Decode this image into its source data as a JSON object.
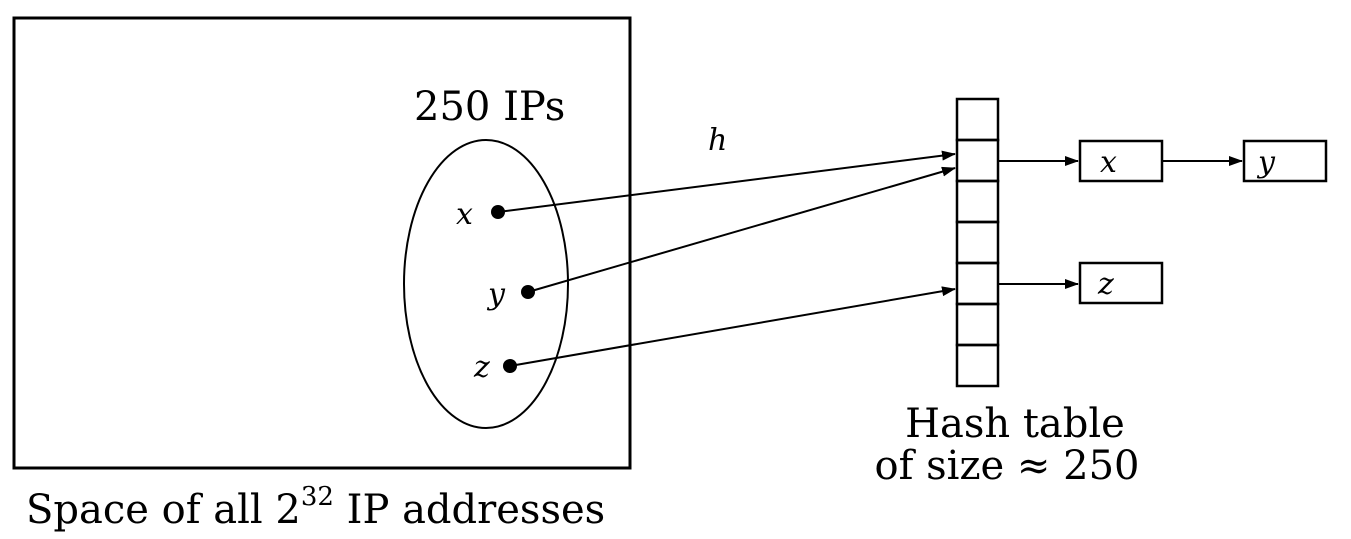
{
  "universe": {
    "caption_prefix": "Space of all 2",
    "caption_exponent": "32",
    "caption_suffix": " IP addresses"
  },
  "subset": {
    "label": "250 IPs",
    "points": [
      {
        "name": "x"
      },
      {
        "name": "y"
      },
      {
        "name": "z"
      }
    ]
  },
  "hash_function": {
    "label": "h"
  },
  "hash_table": {
    "caption_line1": "Hash table",
    "caption_line2": "of size ≈ 250",
    "slot_count": 7
  },
  "chains": [
    {
      "slot": 1,
      "nodes": [
        "x",
        "y"
      ]
    },
    {
      "slot": 4,
      "nodes": [
        "z"
      ]
    }
  ]
}
